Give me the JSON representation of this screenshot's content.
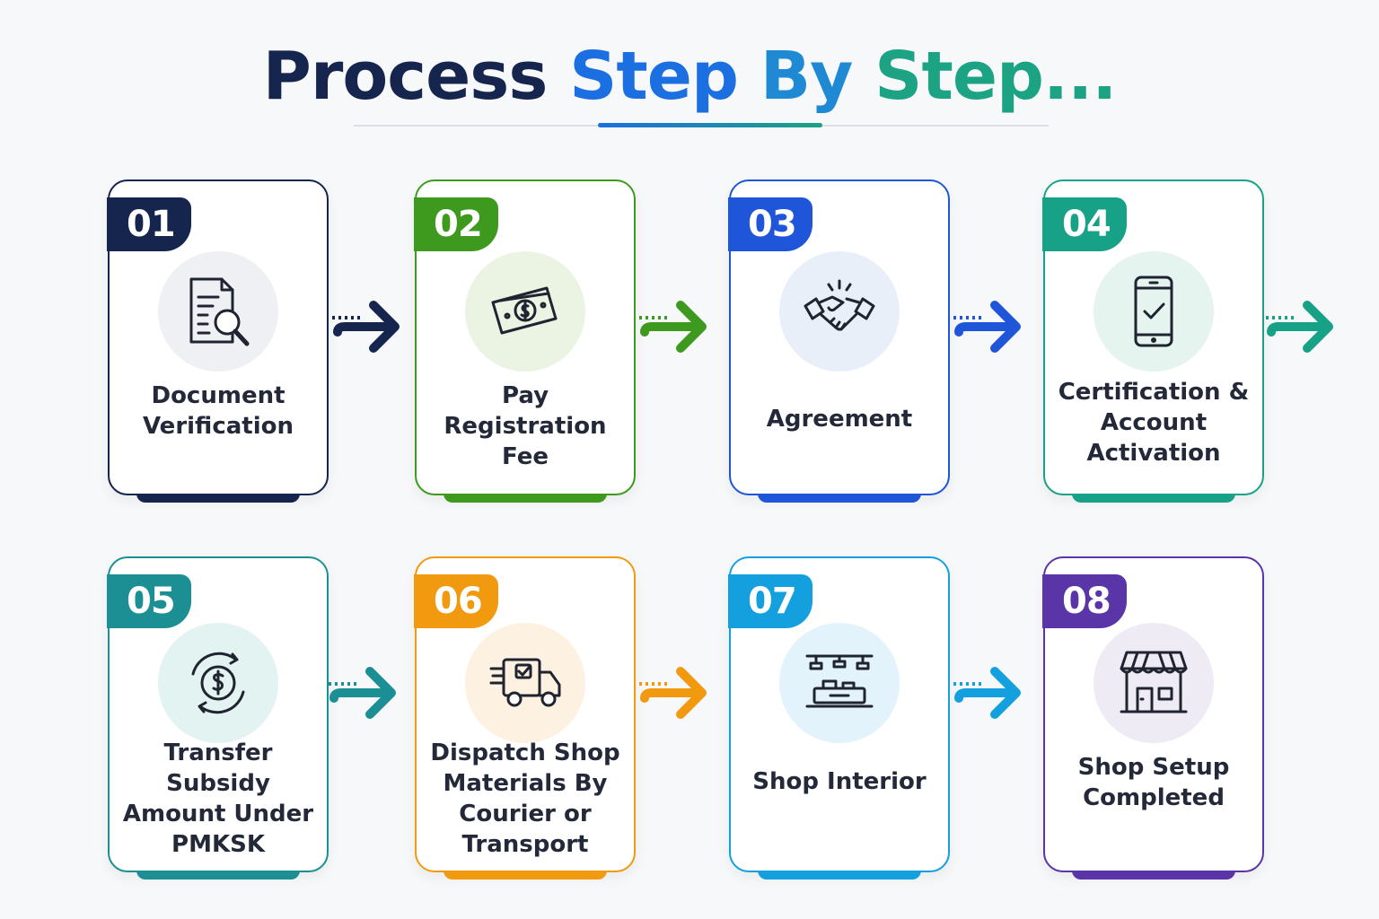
{
  "title": {
    "part1": "Process",
    "part2": "Step",
    "part3": "By",
    "part4": "Step..."
  },
  "steps": [
    {
      "num": "01",
      "label": "Document Verification",
      "icon": "document-search-icon",
      "color": "#15254d",
      "tint": "#eef0f3"
    },
    {
      "num": "02",
      "label": "Pay Registration Fee",
      "icon": "money-icon",
      "color": "#3e9a1f",
      "tint": "#ebf4e3"
    },
    {
      "num": "03",
      "label": "Agreement",
      "icon": "handshake-icon",
      "color": "#1f55d8",
      "tint": "#e9eff9"
    },
    {
      "num": "04",
      "label": "Certification & Account Activation",
      "icon": "smartphone-check-icon",
      "color": "#17a287",
      "tint": "#e5f4ef"
    },
    {
      "num": "05",
      "label": "Transfer Subsidy Amount Under PMKSK",
      "icon": "dollar-cycle-icon",
      "color": "#1c8f94",
      "tint": "#e3f3f2"
    },
    {
      "num": "06",
      "label": "Dispatch Shop Materials By Courier or Transport",
      "icon": "delivery-truck-icon",
      "color": "#f29a0f",
      "tint": "#fdf1e1"
    },
    {
      "num": "07",
      "label": "Shop Interior",
      "icon": "shop-counter-icon",
      "color": "#14a0df",
      "tint": "#e3f3fb"
    },
    {
      "num": "08",
      "label": "Shop Setup Completed",
      "icon": "storefront-icon",
      "color": "#5a35a8",
      "tint": "#eeebf5"
    }
  ]
}
